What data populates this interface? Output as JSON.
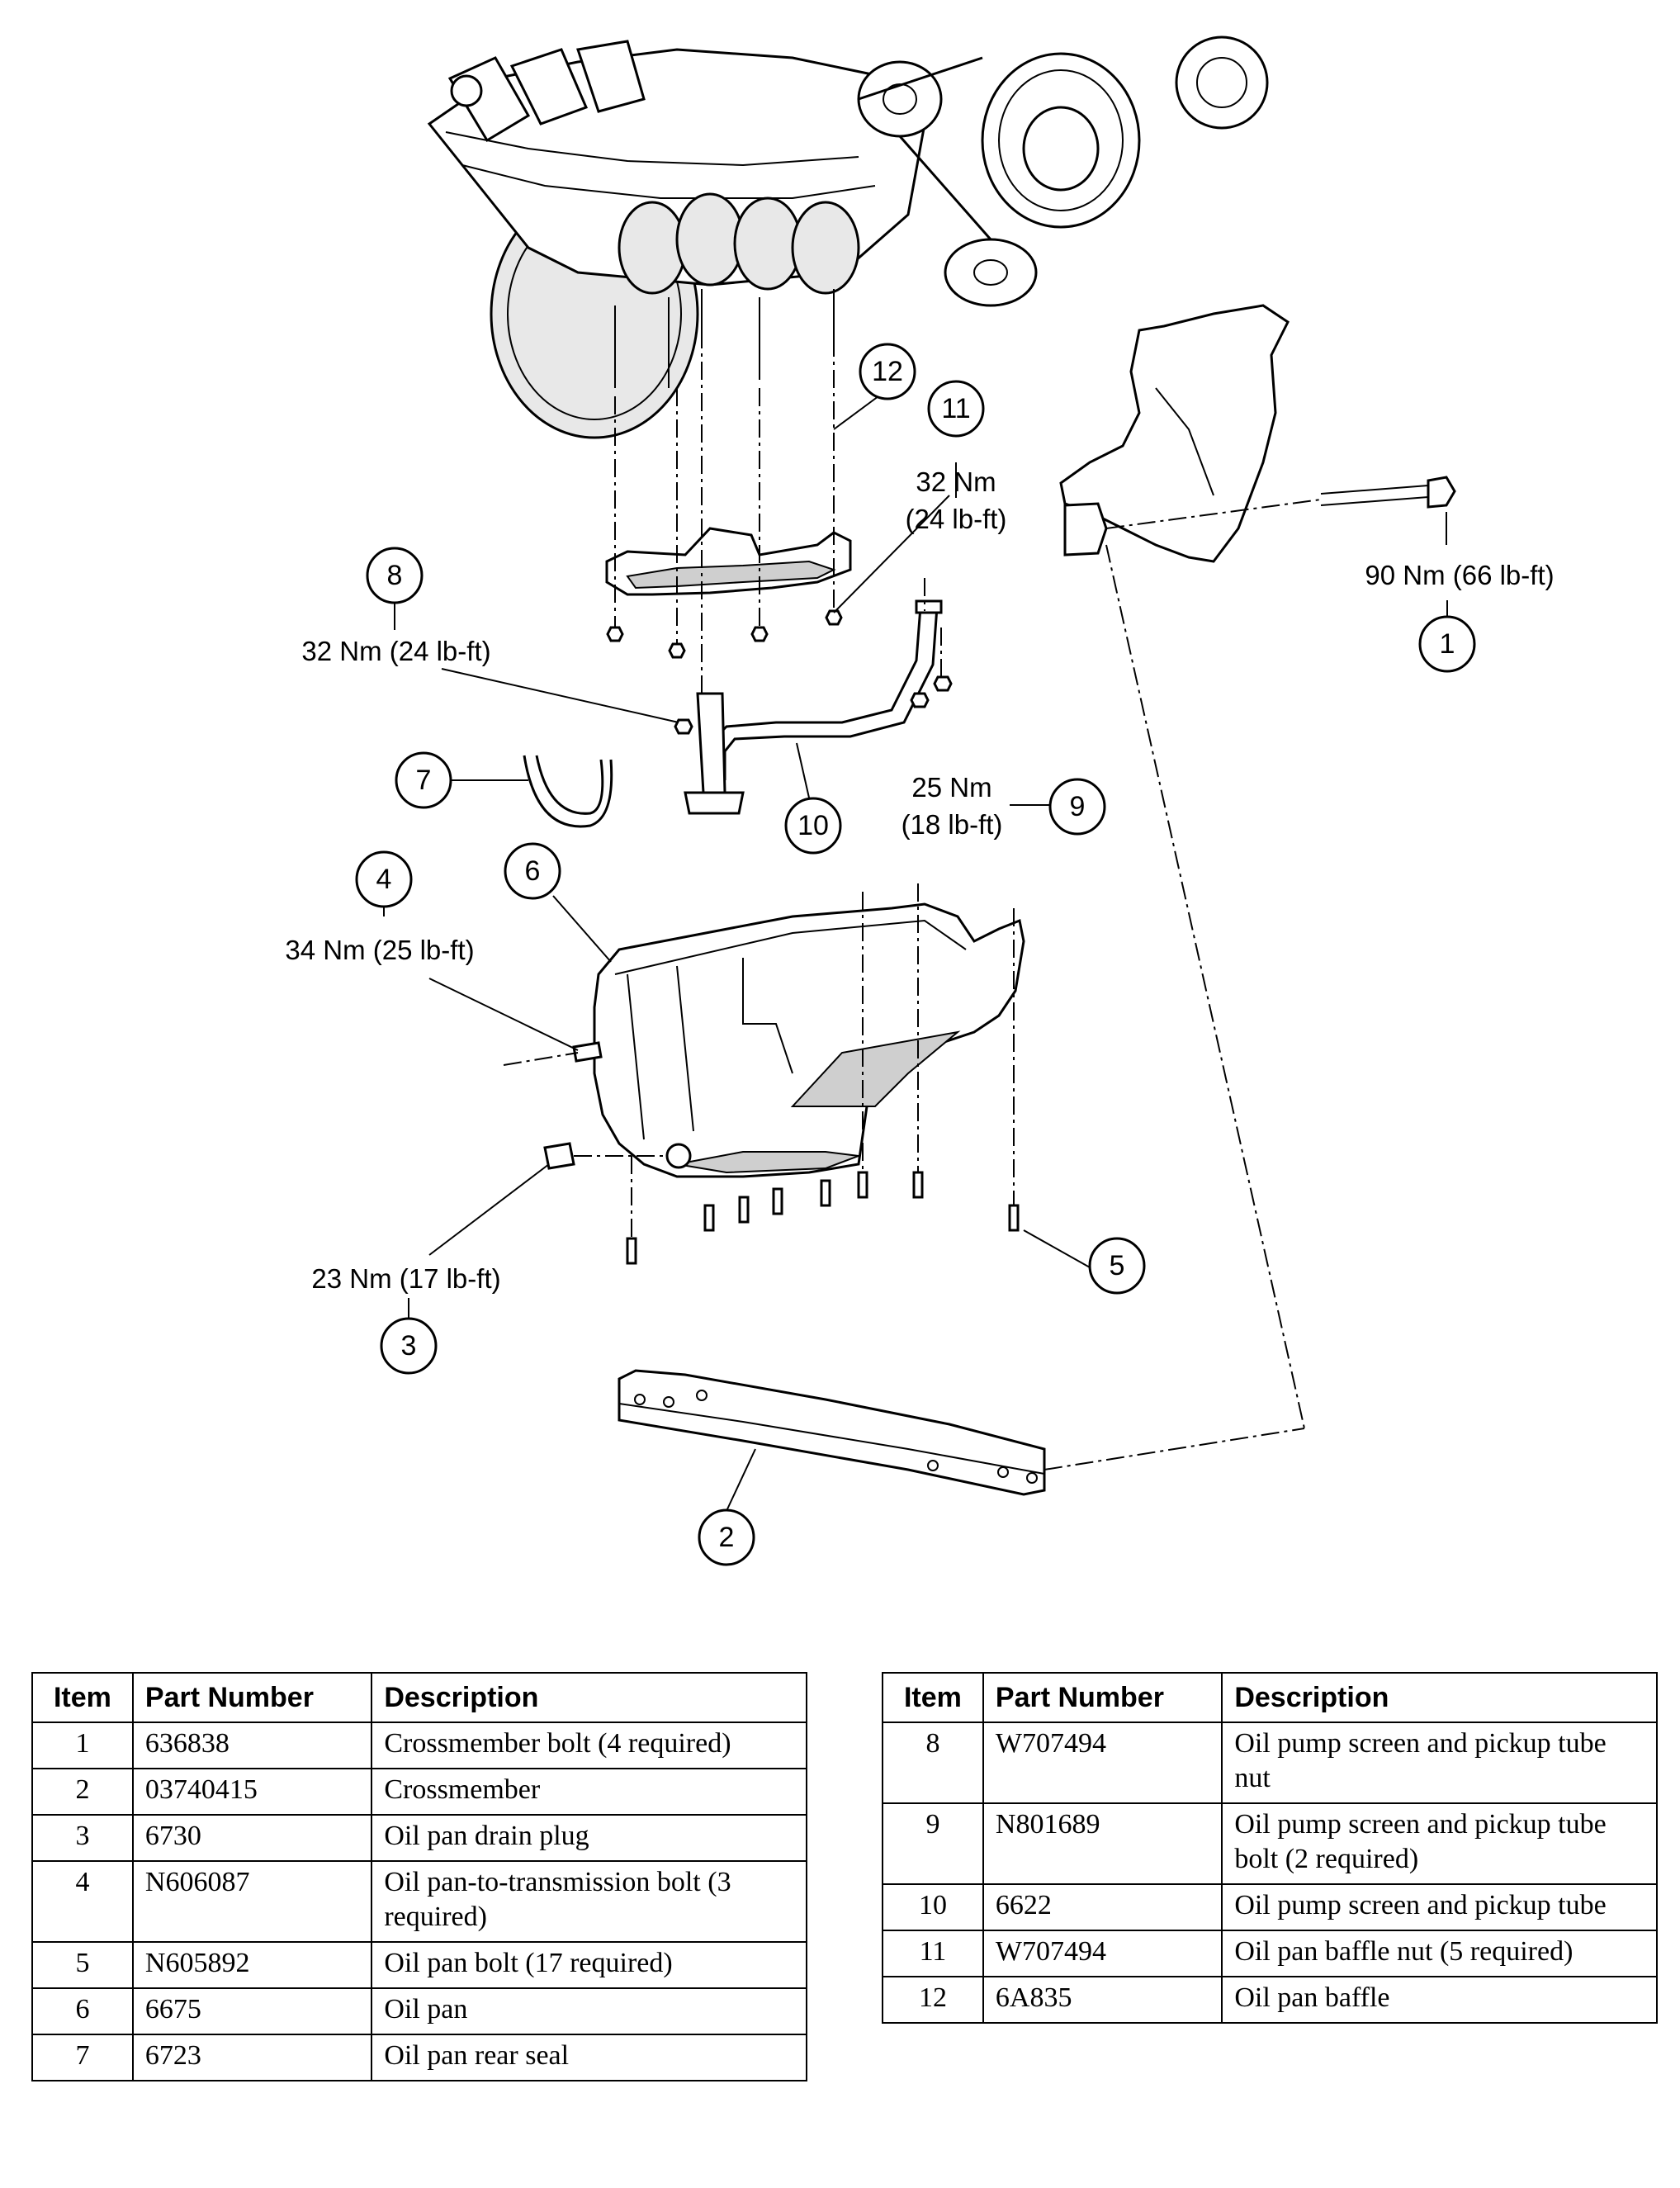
{
  "figure_id": "N0015347",
  "callouts": [
    {
      "num": "1",
      "torque": "90 Nm (66 lb-ft)"
    },
    {
      "num": "2",
      "torque": ""
    },
    {
      "num": "3",
      "torque": "23 Nm (17 lb-ft)"
    },
    {
      "num": "4",
      "torque": "34 Nm (25 lb-ft)"
    },
    {
      "num": "5",
      "torque": ""
    },
    {
      "num": "6",
      "torque": ""
    },
    {
      "num": "7",
      "torque": ""
    },
    {
      "num": "8",
      "torque": "32 Nm (24 lb-ft)"
    },
    {
      "num": "9",
      "torque_line1": "25 Nm",
      "torque_line2": "(18 lb-ft)"
    },
    {
      "num": "10",
      "torque": ""
    },
    {
      "num": "11",
      "torque_line1": "32 Nm",
      "torque_line2": "(24 lb-ft)"
    },
    {
      "num": "12",
      "torque": ""
    }
  ],
  "table_headers": {
    "item": "Item",
    "part_number": "Part Number",
    "description": "Description"
  },
  "table_left": [
    {
      "item": "1",
      "part": "636838",
      "desc": "Crossmember bolt (4 required)"
    },
    {
      "item": "2",
      "part": "03740415",
      "desc": "Crossmember"
    },
    {
      "item": "3",
      "part": "6730",
      "desc": "Oil pan drain plug"
    },
    {
      "item": "4",
      "part": "N606087",
      "desc": "Oil pan-to-transmission bolt (3 required)"
    },
    {
      "item": "5",
      "part": "N605892",
      "desc": "Oil pan bolt (17 required)"
    },
    {
      "item": "6",
      "part": "6675",
      "desc": "Oil pan"
    },
    {
      "item": "7",
      "part": "6723",
      "desc": "Oil pan rear seal"
    }
  ],
  "table_right": [
    {
      "item": "8",
      "part": "W707494",
      "desc": "Oil pump screen and pickup tube nut"
    },
    {
      "item": "9",
      "part": "N801689",
      "desc": "Oil pump screen and pickup tube bolt (2 required)"
    },
    {
      "item": "10",
      "part": "6622",
      "desc": "Oil pump screen and pickup tube"
    },
    {
      "item": "11",
      "part": "W707494",
      "desc": "Oil pan baffle nut (5 required)"
    },
    {
      "item": "12",
      "part": "6A835",
      "desc": "Oil pan baffle"
    }
  ]
}
